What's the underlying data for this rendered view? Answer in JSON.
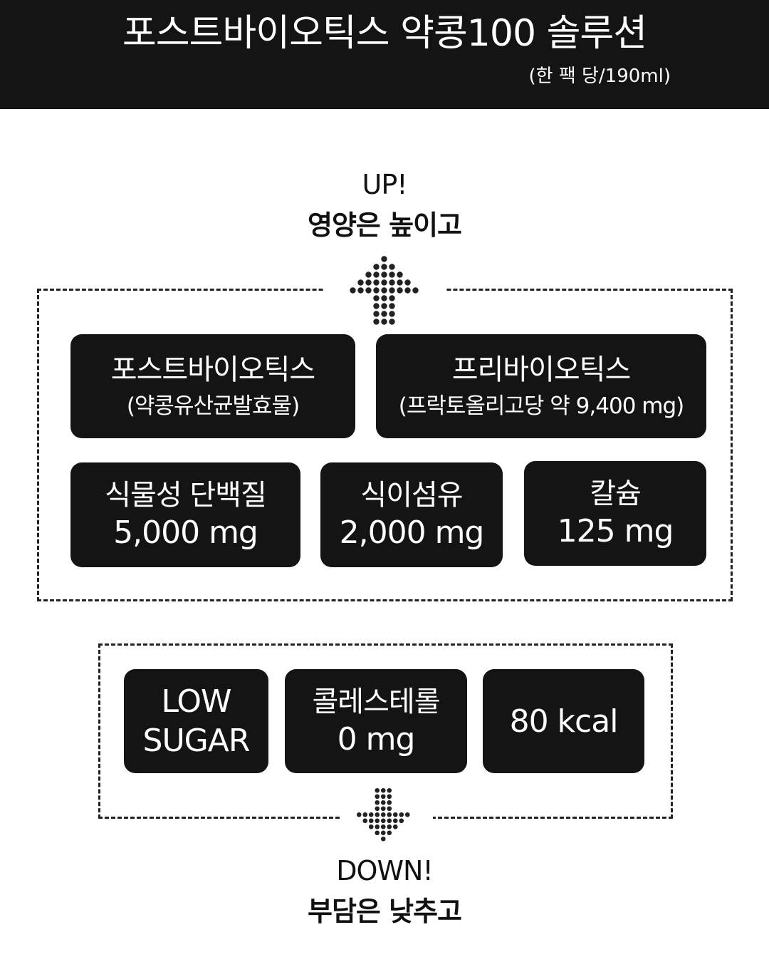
{
  "header": {
    "title": "포스트바이오틱스 약콩100 솔루션",
    "subtitle": "(한 팩 당/190ml)"
  },
  "up": {
    "label": "UP!",
    "sub": "영양은 높이고",
    "cards": [
      {
        "line1": "포스트바이오틱스",
        "line2": "(약콩유산균발효물)"
      },
      {
        "line1": "프리바이오틱스",
        "line2": "(프락토올리고당 약 9,400 mg)"
      },
      {
        "line1": "식물성 단백질",
        "line2": "5,000 mg"
      },
      {
        "line1": "식이섬유",
        "line2": "2,000 mg"
      },
      {
        "line1": "칼슘",
        "line2": "125 mg"
      }
    ]
  },
  "down": {
    "label": "DOWN!",
    "sub": "부담은 낮추고",
    "cards": [
      {
        "line1": "LOW",
        "line2": "SUGAR"
      },
      {
        "line1": "콜레스테롤",
        "line2": "0 mg"
      },
      {
        "line1": "80 kcal"
      }
    ]
  },
  "colors": {
    "dark": "#141414",
    "background": "#ffffff"
  },
  "icons": [
    "dotted-arrow-up-icon",
    "dotted-arrow-down-icon"
  ]
}
